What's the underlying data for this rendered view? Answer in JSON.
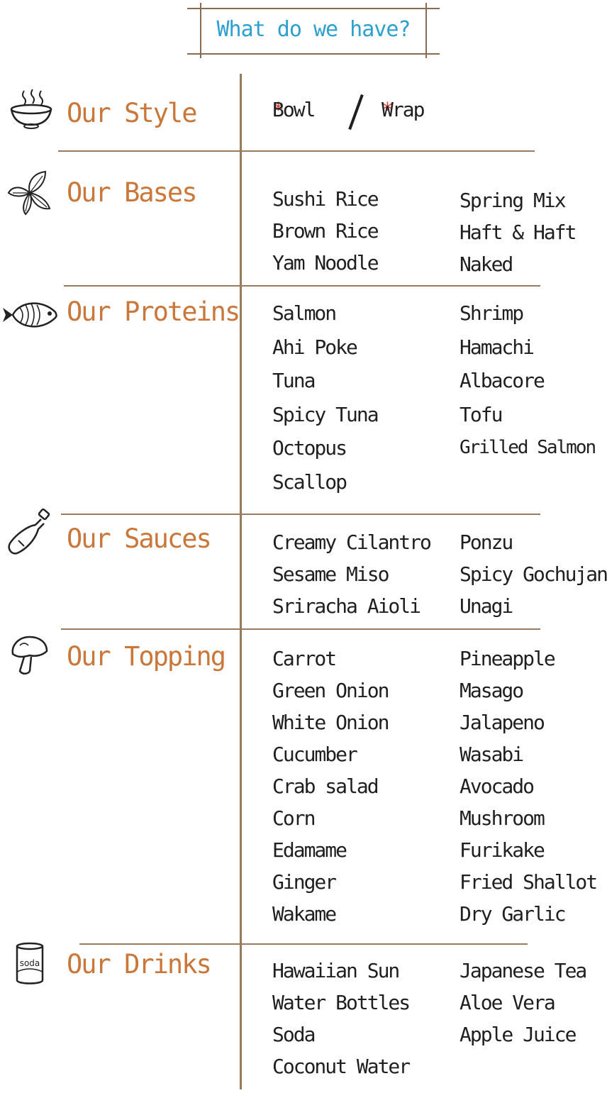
{
  "title": "What do we have?",
  "style": {
    "label": "Our Style",
    "icon": "bowl-icon",
    "options": [
      "Bowl",
      "Wrap"
    ],
    "marker": "*"
  },
  "sections": [
    {
      "label": "Our Bases",
      "icon": "leaf-icon",
      "col1": [
        "Sushi Rice",
        "Brown Rice",
        "Yam Noodle"
      ],
      "col2": [
        "Spring Mix",
        "Haft & Haft",
        "Naked"
      ]
    },
    {
      "label": "Our Proteins",
      "icon": "fish-icon",
      "col1": [
        "Salmon",
        "Ahi Poke",
        "Tuna",
        "Spicy Tuna",
        "Octopus",
        "Scallop"
      ],
      "col2": [
        "Shrimp",
        "Hamachi",
        "Albacore",
        "Tofu",
        "Grilled Salmon"
      ]
    },
    {
      "label": "Our Sauces",
      "icon": "bottle-icon",
      "col1": [
        "Creamy Cilantro",
        "Sesame Miso",
        "Sriracha Aioli"
      ],
      "col2": [
        "Ponzu",
        "Spicy Gochujang",
        "Unagi"
      ]
    },
    {
      "label": "Our Topping",
      "icon": "mushroom-icon",
      "col1": [
        "Carrot",
        "Green Onion",
        "White Onion",
        "Cucumber",
        "Crab salad",
        "Corn",
        "Edamame",
        "Ginger",
        "Wakame"
      ],
      "col2": [
        "Pineapple",
        "Masago",
        "Jalapeno",
        "Wasabi",
        "Avocado",
        "Mushroom",
        "Furikake",
        "Fried Shallot",
        "Dry Garlic"
      ]
    },
    {
      "label": "Our Drinks",
      "icon": "soda-can-icon",
      "icon_text": "soda",
      "col1": [
        "Hawaiian Sun",
        "Water Bottles",
        "Soda",
        "Coconut Water"
      ],
      "col2": [
        "Japanese Tea",
        "Aloe Vera",
        "Apple Juice"
      ]
    }
  ],
  "colors": {
    "title": "#2d9fd0",
    "category": "#c9773a",
    "rule": "#9a7a5c",
    "marker": "#d9473b",
    "text": "#1f1f1f"
  }
}
